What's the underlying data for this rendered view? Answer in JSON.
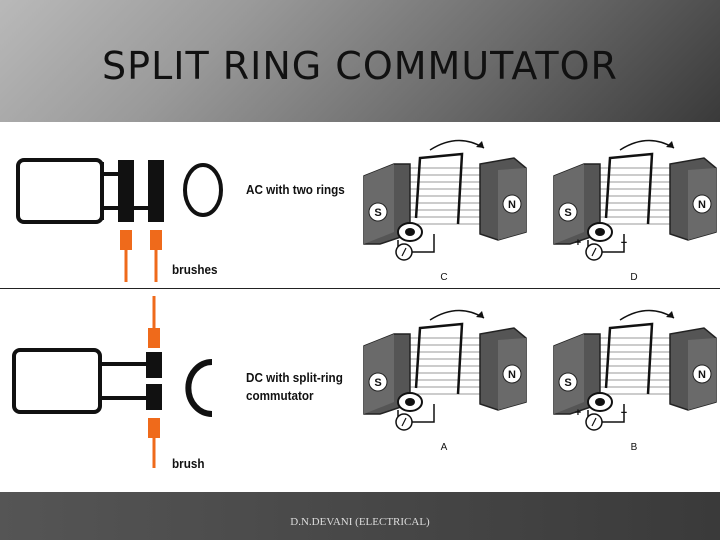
{
  "slide": {
    "title": "SPLIT RING COMMUTATOR",
    "footer": "D.N.DEVANI (ELECTRICAL)"
  },
  "top_diagram": {
    "caption": "AC with two rings",
    "brush_label": "brushes"
  },
  "bottom_diagram": {
    "caption_line1": "DC with split-ring",
    "caption_line2": "commutator",
    "brush_label": "brush"
  },
  "motor_figures": [
    {
      "letter": "C",
      "south": "S",
      "north": "N",
      "plus": "",
      "minus": ""
    },
    {
      "letter": "D",
      "south": "S",
      "north": "N",
      "plus": "+",
      "minus": "−"
    },
    {
      "letter": "A",
      "south": "S",
      "north": "N",
      "plus": "",
      "minus": ""
    },
    {
      "letter": "B",
      "south": "S",
      "north": "N",
      "plus": "+",
      "minus": "−"
    }
  ],
  "colors": {
    "brush": "#ef6a1b",
    "ink": "#111111"
  }
}
